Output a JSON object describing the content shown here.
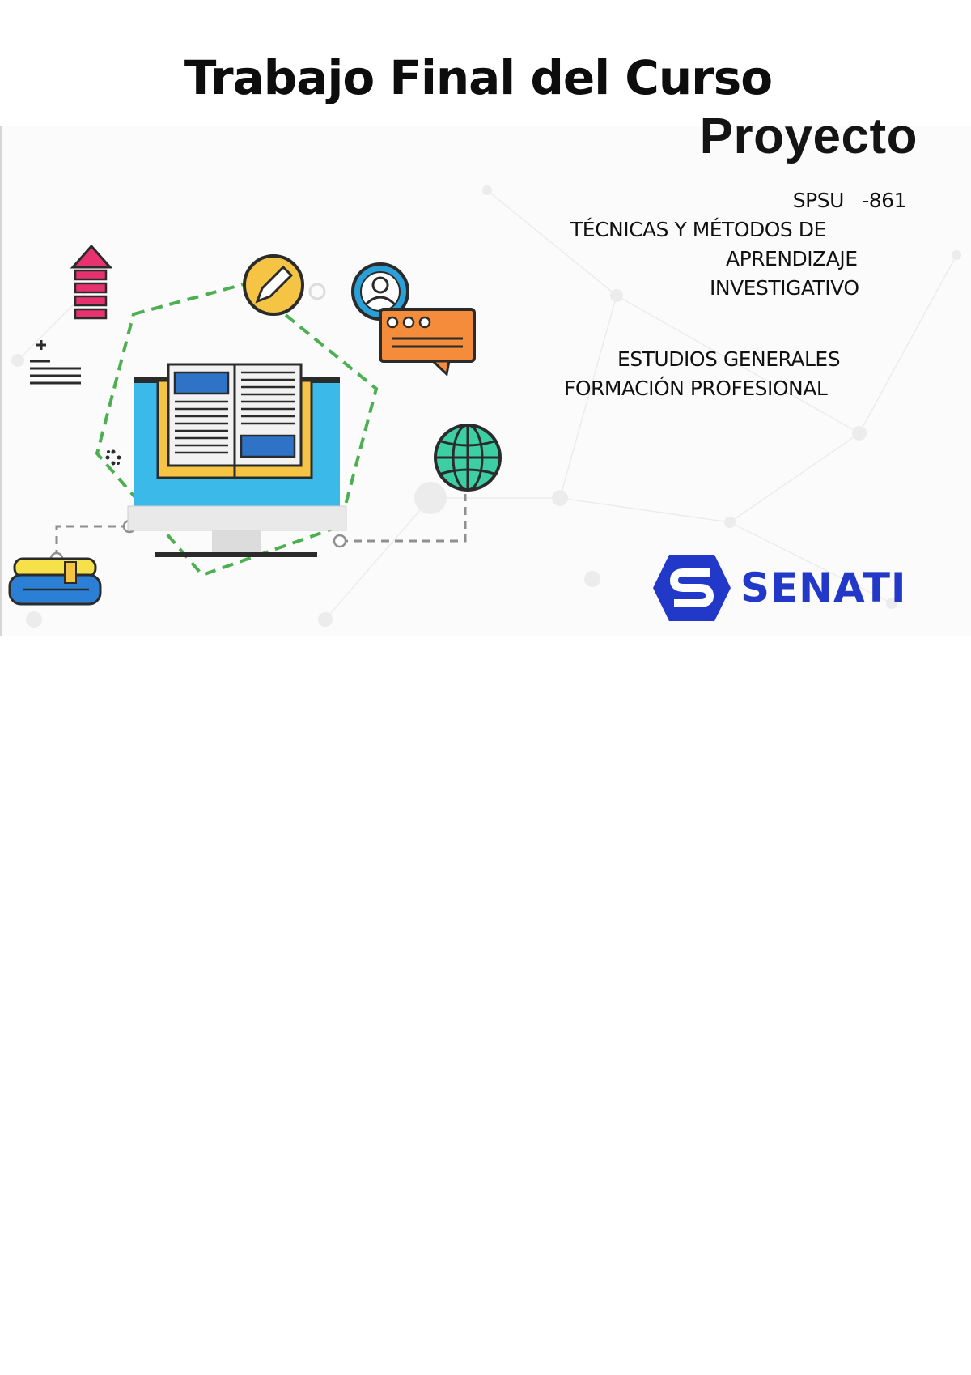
{
  "document": {
    "title": "Trabajo Final del Curso",
    "subtitle": "Proyecto",
    "course_code": "SPSU   -861",
    "course_name_lines": [
      "TÉCNICAS Y MÉTODOS DE",
      "APRENDIZAJE",
      "INVESTIGATIVO"
    ],
    "program_lines": [
      "ESTUDIOS GENERALES",
      "FORMACIÓN PROFESIONAL"
    ]
  },
  "logo": {
    "text": "SENATI",
    "color": "#2138c8"
  },
  "illustration": {
    "icons": [
      "upload-arrow-icon",
      "text-lines-icon",
      "pencil-badge-icon",
      "user-avatar-icon",
      "chat-bubble-icon",
      "open-book-monitor-icon",
      "globe-icon",
      "books-stack-icon"
    ],
    "colors": {
      "monitor_screen": "#3bb9e8",
      "book_cover": "#f6c445",
      "dashed_path": "#4caf50",
      "arrow": "#e6336f",
      "chat": "#f58c3c",
      "globe": "#3ccfa4",
      "books": "#2b7fd4"
    }
  }
}
